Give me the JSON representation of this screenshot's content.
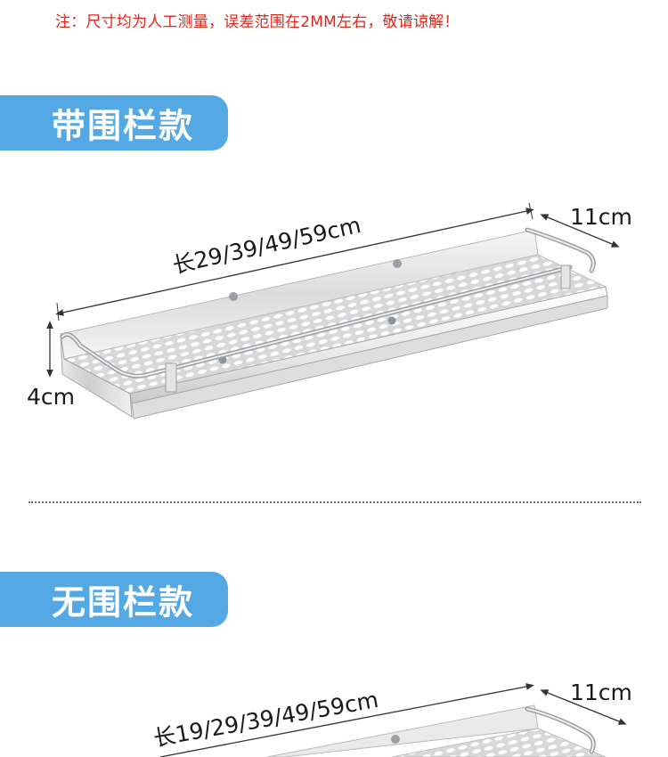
{
  "note": "注：尺寸均为人工测量，误差范围在2MM左右，敬请谅解！",
  "sections": [
    {
      "title": "带围栏款",
      "length_label": "长29/39/49/59cm",
      "depth_label": "11cm",
      "height_label": "4cm"
    },
    {
      "title": "无围栏款",
      "length_label": "长19/29/39/49/59cm",
      "depth_label": "11cm"
    }
  ],
  "colors": {
    "note": "#e0261b",
    "tag_background": "#54a9e4",
    "tag_text": "#ffffff",
    "dimension_line": "#333333",
    "steel_light": "#f2f2f2",
    "steel_dark": "#9aa0a6"
  }
}
